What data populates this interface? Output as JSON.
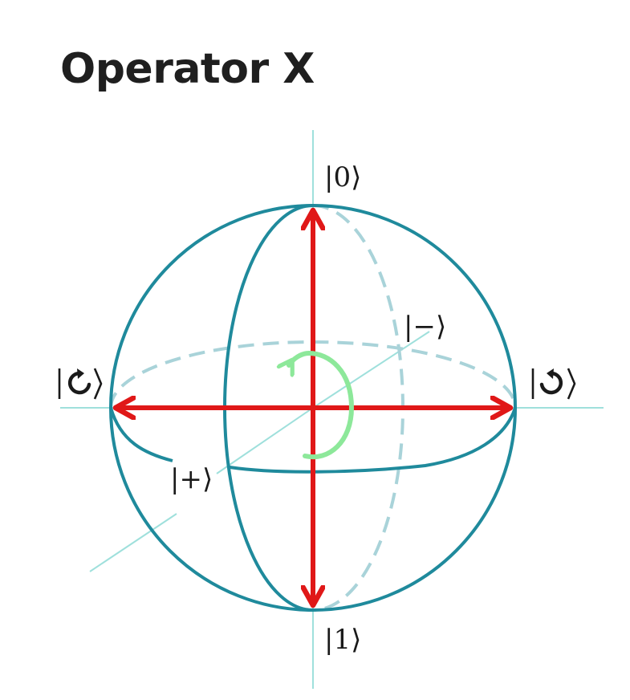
{
  "title": "Operator X",
  "labels": {
    "zero": "|0⟩",
    "one": "|1⟩",
    "plus": "|+⟩",
    "minus": "|−⟩"
  },
  "colors": {
    "sphere": "#1f8a9c",
    "sphere_back": "#a9d3d9",
    "axis": "#9fe0dc",
    "arrow": "#e01818",
    "rotation": "#8de89a"
  },
  "icons": {
    "left_state": "ket-circular-arrow-clockwise-icon",
    "right_state": "ket-circular-arrow-counterclockwise-icon",
    "rotation": "rotation-arc-arrow-icon"
  }
}
